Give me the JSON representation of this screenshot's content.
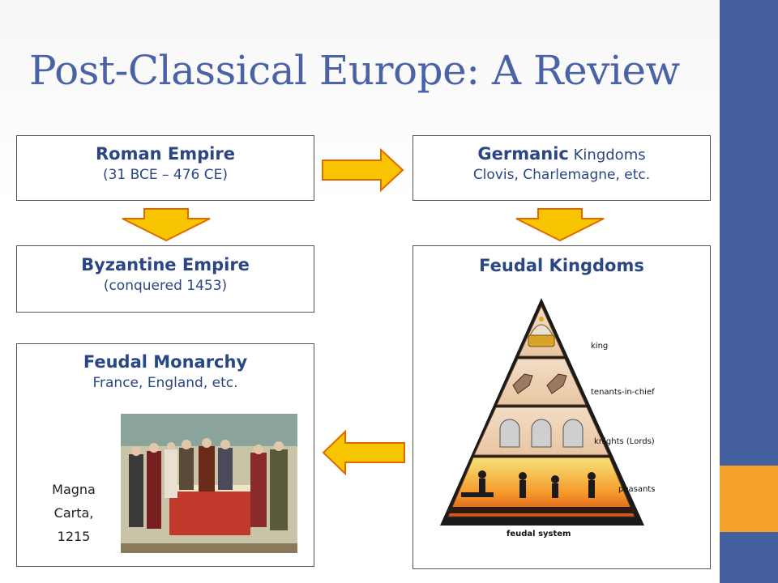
{
  "title": "Post-Classical Europe: A Review",
  "colors": {
    "title": "#4a63a7",
    "side_blue": "#44609f",
    "side_orange": "#f4a22a",
    "arrow_fill": "#f7c400",
    "arrow_stroke": "#e06a00"
  },
  "boxes": {
    "roman": {
      "title": "Roman Empire",
      "subtitle": "(31 BCE – 476 CE)"
    },
    "germanic": {
      "title_bold": "Germanic",
      "title_rest": " Kingdoms",
      "subtitle": "Clovis, Charlemagne, etc."
    },
    "byzantine": {
      "title": "Byzantine Empire",
      "subtitle": "(conquered 1453)"
    },
    "feudal_kingdoms": {
      "title": "Feudal Kingdoms"
    },
    "feudal_monarchy": {
      "title": "Feudal Monarchy",
      "subtitle": "France, England, etc."
    }
  },
  "pyramid": {
    "levels": [
      "king",
      "tenants-in-chief",
      "knights (Lords)",
      "peasants"
    ],
    "caption": "feudal system"
  },
  "magna_carta": {
    "caption_lines": [
      "Magna",
      "Carta,",
      "1215"
    ]
  }
}
